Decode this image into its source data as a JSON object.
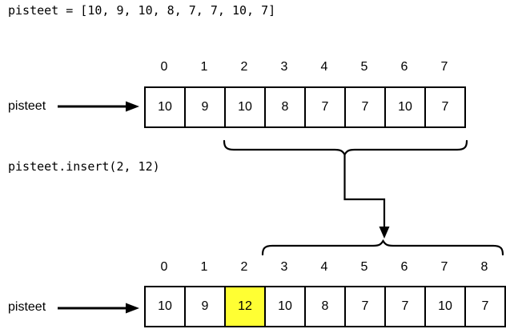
{
  "code": {
    "line1": "pisteet = [10, 9, 10, 8, 7, 7, 10, 7]",
    "line2": "pisteet.insert(2, 12)"
  },
  "arrays": {
    "before": {
      "label": "pisteet",
      "indices": [
        "0",
        "1",
        "2",
        "3",
        "4",
        "5",
        "6",
        "7"
      ],
      "values": [
        "10",
        "9",
        "10",
        "8",
        "7",
        "7",
        "10",
        "7"
      ]
    },
    "after": {
      "label": "pisteet",
      "indices": [
        "0",
        "1",
        "2",
        "3",
        "4",
        "5",
        "6",
        "7",
        "8"
      ],
      "values": [
        "10",
        "9",
        "12",
        "10",
        "8",
        "7",
        "7",
        "10",
        "7"
      ],
      "highlight_index": 2,
      "highlight_color": "#FFFF33"
    }
  },
  "colors": {
    "background": "#FFFFFF",
    "stroke": "#000000",
    "text": "#000000",
    "highlight": "#FFFF33"
  }
}
